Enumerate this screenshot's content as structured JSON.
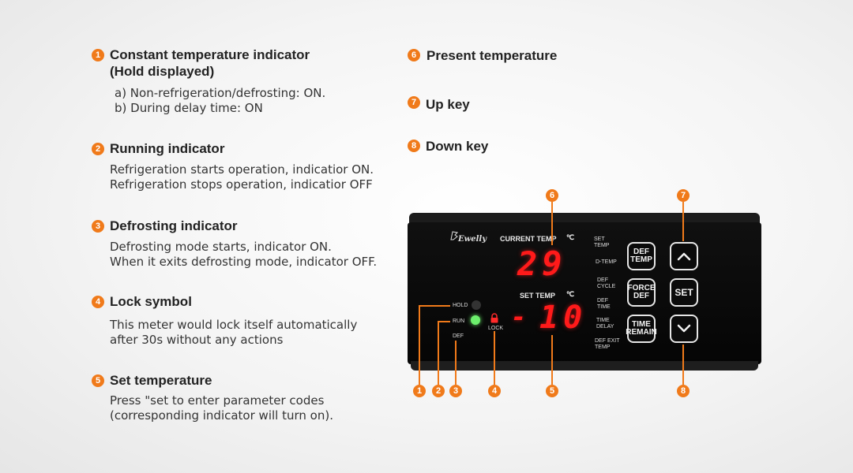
{
  "items": [
    {
      "number": "1",
      "title_line1": "Constant temperature indicator",
      "title_line2": "(Hold displayed)",
      "lines": [
        "a) Non-refrigeration/defrosting: ON.",
        "b) During delay time: ON"
      ]
    },
    {
      "number": "2",
      "title_line1": "Running indicator",
      "lines": [
        "Refrigeration starts operation, indicatior ON.",
        "Refrigeration stops operation, indicatior OFF"
      ]
    },
    {
      "number": "3",
      "title_line1": "Defrosting indicator",
      "lines": [
        "Defrosting mode starts, indicator ON.",
        "When it exits defrosting mode, indicator OFF."
      ]
    },
    {
      "number": "4",
      "title_line1": "Lock symbol",
      "lines": [
        "This meter would lock itself automatically",
        "after 30s without any actions"
      ]
    },
    {
      "number": "5",
      "title_line1": "Set temperature",
      "lines": [
        "Press \"set to enter parameter codes",
        "(corresponding indicator will turn on)."
      ]
    },
    {
      "number": "6",
      "title_line1": "Present temperature"
    },
    {
      "number": "7",
      "title_line1": "Up key"
    },
    {
      "number": "8",
      "title_line1": "Down key"
    }
  ],
  "device": {
    "brand": "Ewelly",
    "current_temp_label": "CURRENT TEMP",
    "set_temp_label": "SET TEMP",
    "unit": "℃",
    "current_temp_value": "29",
    "set_temp_sign": "-",
    "set_temp_value": "10",
    "indicators": {
      "hold": "HOLD",
      "run": "RUN",
      "def": "DEF",
      "lock": "LOCK"
    },
    "param_labels": [
      [
        "SET",
        "TEMP"
      ],
      [
        "D-TEMP"
      ],
      [
        "DEF",
        "CYCLE"
      ],
      [
        "DEF",
        "TIME"
      ],
      [
        "TIME",
        "DELAY"
      ],
      [
        "DEF EXIT",
        "TEMP"
      ]
    ],
    "keys": {
      "def_temp": [
        "DEF",
        "TEMP"
      ],
      "force_def": [
        "FORCE",
        "DEF"
      ],
      "time_remain": [
        "TIME",
        "REMAIN"
      ],
      "set": "SET"
    },
    "callouts": [
      "1",
      "2",
      "3",
      "4",
      "5",
      "6",
      "7",
      "8"
    ]
  },
  "colors": {
    "accent": "#f07a1a",
    "segment": "#ff1a1a",
    "run_led": "#6cf06c"
  }
}
